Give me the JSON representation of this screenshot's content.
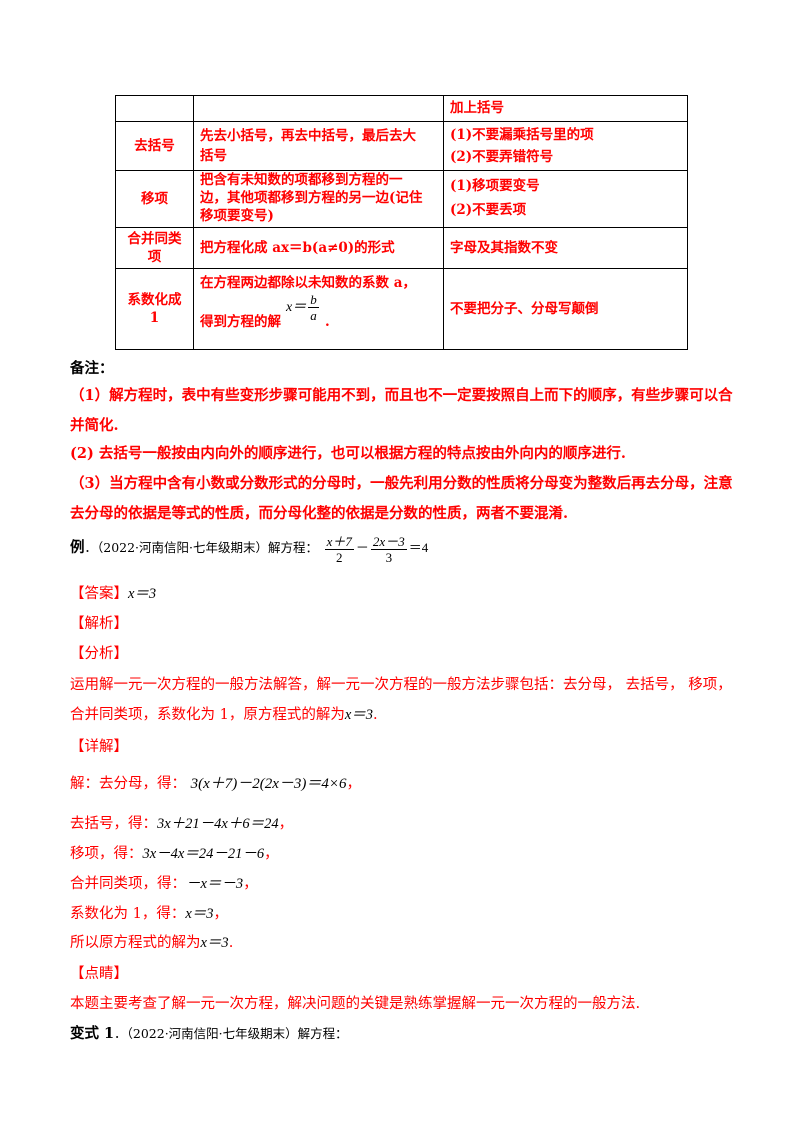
{
  "table": {
    "rows": [
      {
        "name": "",
        "method": [],
        "notes": [
          "加上括号"
        ]
      },
      {
        "name": "去括号",
        "method": [
          "先去小括号，再去中括号，最后去大",
          "括号"
        ],
        "notes": [
          "(1)不要漏乘括号里的项",
          "(2)不要弄错符号"
        ]
      },
      {
        "name": "移项",
        "method": [
          "把含有未知数的项都移到方程的一",
          "边，其他项都移到方程的另一边(记住",
          "移项要变号)"
        ],
        "notes": [
          "(1)移项要变号",
          "(2)不要丢项"
        ]
      },
      {
        "name": "合并同类项",
        "method": [
          "把方程化成 ax＝b(a≠0)的形式"
        ],
        "notes": [
          "字母及其指数不变"
        ]
      },
      {
        "name": "系数化成1",
        "method": [
          "在方程两边都除以未知数的系数 a，",
          "得到方程的解"
        ],
        "notes": [
          "不要把分子、分母写颠倒"
        ]
      }
    ],
    "solution_formula": {
      "lhs": "x＝",
      "num": "b",
      "den": "a",
      "tail": "."
    }
  },
  "notes": {
    "title": "备注：",
    "items": [
      "（1）解方程时，表中有些变形步骤可能用不到，而且也不一定要按照自上而下的顺序，有些步骤可以合并简化.",
      "(2) 去括号一般按由内向外的顺序进行，也可以根据方程的特点按由外向内的顺序进行.",
      "（3）当方程中含有小数或分数形式的分母时，一般先利用分数的性质将分母变为整数后再去分母，注意去分母的依据是等式的性质，而分母化整的依据是分数的性质，两者不要混淆."
    ]
  },
  "example": {
    "label": "例",
    "source": "．（2022·河南信阳·七年级期末）解方程：",
    "eq": {
      "f1_num": "x＋7",
      "f1_den": "2",
      "minus": "－",
      "f2_num": "2x－3",
      "f2_den": "3",
      "rhs": "＝4"
    }
  },
  "answer": {
    "tag": "【答案】",
    "value": "x＝3"
  },
  "analysis": {
    "tag": "【解析】"
  },
  "fenxi": {
    "tag": "【分析】",
    "line1": "运用解一元一次方程的一般方法解答，解一元一次方程的一般方法步骤包括：去分母，  去括号，  移项，",
    "line2": "合并同类项，系数化为 1，原方程式的解为",
    "line2_math": "x＝3",
    "line2_end": "."
  },
  "detail": {
    "tag": "【详解】",
    "steps": [
      {
        "label": "解：去分母，得：",
        "math": "3(x＋7)－2(2x－3)＝4×6",
        "end": "，"
      },
      {
        "label": "去括号，得：",
        "math": "3x＋21－4x＋6＝24",
        "end": "，"
      },
      {
        "label": "移项，得：",
        "math": "3x－4x＝24－21－6",
        "end": "，"
      },
      {
        "label": "合并同类项，得：",
        "math": "－x＝－3",
        "end": "，"
      },
      {
        "label": "系数化为 1，得：",
        "math": "x＝3",
        "end": "，"
      },
      {
        "label": "所以原方程式的解为",
        "math": "x＝3",
        "end": "."
      }
    ]
  },
  "comment": {
    "tag": "【点睛】",
    "text": "本题主要考查了解一元一次方程，解决问题的关键是熟练掌握解一元一次方程的一般方法."
  },
  "variant": {
    "label": "变式 1",
    "source": "．（2022·河南信阳·七年级期末）解方程："
  }
}
